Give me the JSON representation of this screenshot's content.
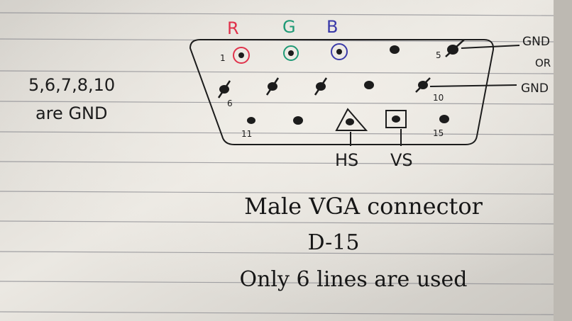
{
  "colors": {
    "red": "#e0324b",
    "green": "#1f9a76",
    "blue": "#3a3aa8",
    "ink": "#1c1c1c",
    "paper": "#e7e4de",
    "rule": "#8a8a90"
  },
  "side_note": {
    "line1": "5,6,7,8,10",
    "line2": "are GND"
  },
  "color_labels": {
    "r": "R",
    "g": "G",
    "b": "B"
  },
  "pin_numbers": {
    "p1": "1",
    "p5": "5",
    "p6": "6",
    "p10": "10",
    "p11": "11",
    "p15": "15"
  },
  "gnd_labels": {
    "top": "GND",
    "or": "OR",
    "bottom": "GND"
  },
  "sync_labels": {
    "hs": "HS",
    "vs": "VS"
  },
  "caption": {
    "title": "Male VGA connector",
    "subtitle": "D-15",
    "note": "Only 6 lines are used"
  }
}
